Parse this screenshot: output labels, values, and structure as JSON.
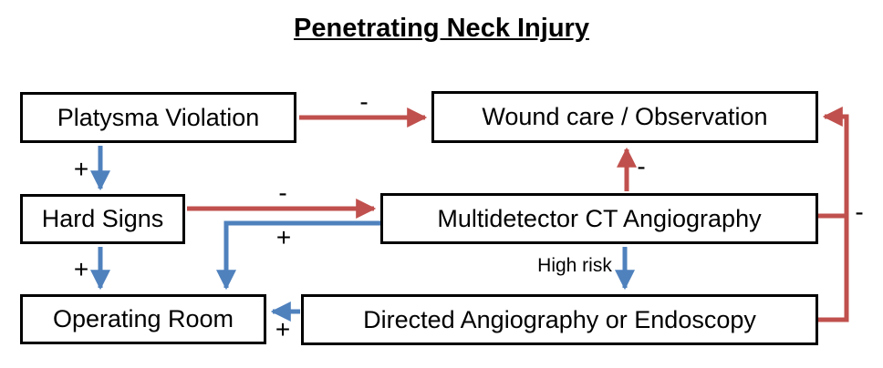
{
  "title": "Penetrating Neck Injury",
  "colors": {
    "negative": "#C0504D",
    "positive": "#4F81BD",
    "box_border": "#000000",
    "background": "#FFFFFF",
    "text": "#000000"
  },
  "nodes": {
    "platysma": {
      "label": "Platysma Violation"
    },
    "wound": {
      "label": "Wound care / Observation"
    },
    "hardsigns": {
      "label": "Hard Signs"
    },
    "ct": {
      "label": "Multidetector CT Angiography"
    },
    "or": {
      "label": "Operating Room"
    },
    "directed": {
      "label": "Directed Angiography or Endoscopy"
    }
  },
  "edges": [
    {
      "from": "Platysma Violation",
      "to": "Wound care / Observation",
      "label": "-",
      "color": "#C0504D"
    },
    {
      "from": "Platysma Violation",
      "to": "Hard Signs",
      "label": "+",
      "color": "#4F81BD"
    },
    {
      "from": "Hard Signs",
      "to": "Multidetector CT Angiography",
      "label": "-",
      "color": "#C0504D"
    },
    {
      "from": "Multidetector CT Angiography",
      "to": "Operating Room",
      "label": "+",
      "color": "#4F81BD"
    },
    {
      "from": "Hard Signs",
      "to": "Operating Room",
      "label": "+",
      "color": "#4F81BD"
    },
    {
      "from": "Multidetector CT Angiography",
      "to": "Wound care / Observation",
      "label": "-",
      "color": "#C0504D"
    },
    {
      "from": "Multidetector CT Angiography",
      "to": "Directed Angiography or Endoscopy",
      "label": "High risk",
      "color": "#4F81BD"
    },
    {
      "from": "Directed Angiography or Endoscopy",
      "to": "Operating Room",
      "label": "+",
      "color": "#4F81BD"
    },
    {
      "from": "Directed Angiography or Endoscopy",
      "to": "Wound care / Observation",
      "label": "-",
      "color": "#C0504D"
    }
  ]
}
